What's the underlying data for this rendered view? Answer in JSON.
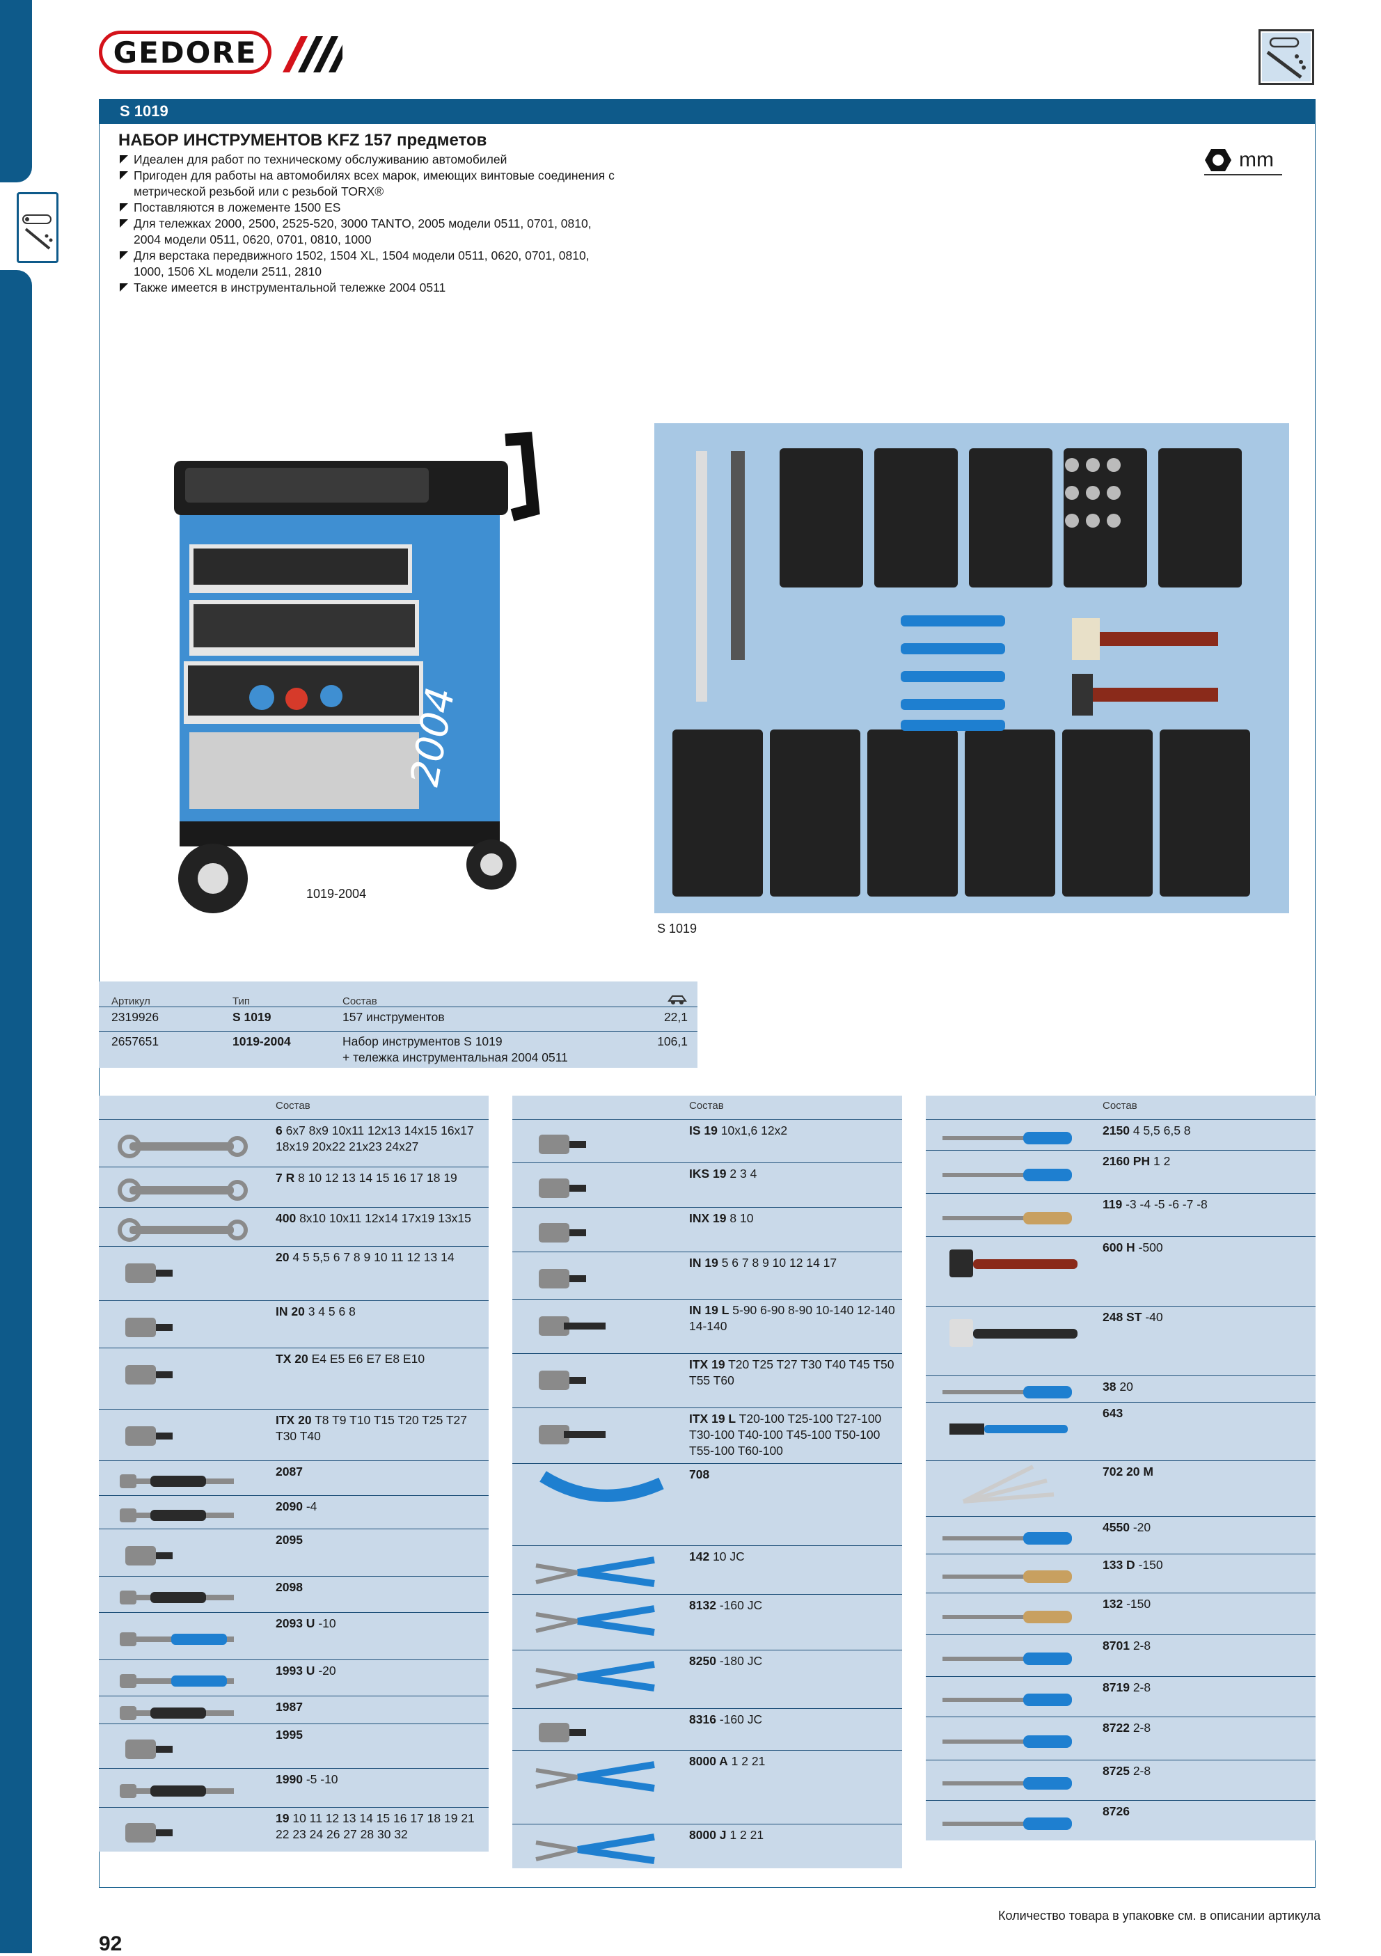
{
  "brand": {
    "logo_text": "GEDORE",
    "accent": "#d4121a",
    "blue": "#0e5a8a",
    "table_bg": "#c9d9e9"
  },
  "header": {
    "code": "S 1019"
  },
  "product": {
    "title": "НАБОР ИНСТРУМЕНТОВ KFZ 157 предметов",
    "bullets": [
      "Идеален для работ по техническому обслуживанию автомобилей",
      "Пригоден для работы на автомобилях всех марок, имеющих винтовые соединения с метрической резьбой или с резьбой TORX®",
      "Поставляются в ложементе 1500 ES",
      "Для тележках 2000, 2500, 2525-520, 3000 TANTO, 2005 модели 0511, 0701, 0810, 2004 модели 0511, 0620, 0701, 0810, 1000",
      "Для верстака передвижного 1502, 1504 XL, 1504 модели 0511, 0620, 0701, 0810, 1000, 1506 XL модели 2511, 2810",
      "Также имеется в инструментальной тележке 2004 0511"
    ],
    "unit": "mm"
  },
  "images": {
    "cart_caption": "1019-2004",
    "set_caption": "S 1019"
  },
  "articles": {
    "headers": [
      "Артикул",
      "Тип",
      "Состав"
    ],
    "rows": [
      {
        "art": "2319926",
        "type": "S 1019",
        "desc": "157 инструментов",
        "desc2": "",
        "weight": "22,1"
      },
      {
        "art": "2657651",
        "type": "1019-2004",
        "desc": "Набор инструментов S 1019",
        "desc2": "+ тележка инструментальная 2004 0511",
        "weight": "106,1"
      }
    ]
  },
  "columns_header": "Состав",
  "col1": [
    {
      "code": "6",
      "spec": "6x7 8x9 10x11 12x13 14x15 16x17 18x19 20x22 21x23 24x27",
      "icon": "open-end-wrench-icon"
    },
    {
      "code": "7 R",
      "spec": "8 10 12 13 14 15 16 17 18 19",
      "icon": "ring-wrench-icon"
    },
    {
      "code": "400",
      "spec": "8x10 10x11 12x14 17x19 13x15",
      "icon": "combination-wrench-icon"
    },
    {
      "code": "20",
      "spec": "4 5 5,5 6 7 8 9 10 11 12 13 14",
      "icon": "socket-icon"
    },
    {
      "code": "IN 20",
      "spec": "3 4 5 6 8",
      "icon": "hex-bit-socket-icon"
    },
    {
      "code": "TX 20",
      "spec": "E4 E5 E6 E7 E8 E10",
      "icon": "torx-socket-icon"
    },
    {
      "code": "ITX 20",
      "spec": "T8 T9 T10 T15 T20 T25 T27 T30 T40",
      "icon": "torx-bit-socket-icon"
    },
    {
      "code": "2087",
      "spec": "",
      "icon": "t-handle-icon"
    },
    {
      "code": "2090",
      "spec": "-4",
      "icon": "extension-bar-icon"
    },
    {
      "code": "2095",
      "spec": "",
      "icon": "universal-joint-icon"
    },
    {
      "code": "2098",
      "spec": "",
      "icon": "spinner-handle-icon"
    },
    {
      "code": "2093 U",
      "spec": "-10",
      "icon": "ratchet-icon"
    },
    {
      "code": "1993 U",
      "spec": "-20",
      "icon": "ratchet-large-icon"
    },
    {
      "code": "1987",
      "spec": "",
      "icon": "sliding-t-bar-icon"
    },
    {
      "code": "1995",
      "spec": "",
      "icon": "universal-joint-small-icon"
    },
    {
      "code": "1990",
      "spec": "-5 -10",
      "icon": "extension-icon"
    },
    {
      "code": "19",
      "spec": "10 11 12 13 14 15 16 17 18 19 21 22 23 24 26 27 28 30 32",
      "icon": "large-socket-icon"
    }
  ],
  "col2": [
    {
      "code": "IS 19",
      "spec": "10x1,6 12x2",
      "icon": "slotted-bit-socket-icon"
    },
    {
      "code": "IKS 19",
      "spec": "2 3 4",
      "icon": "phillips-bit-socket-icon"
    },
    {
      "code": "INX 19",
      "spec": "8 10",
      "icon": "xzn-bit-socket-icon"
    },
    {
      "code": "IN 19",
      "spec": "5 6 7 8 9 10 12 14 17",
      "icon": "hex-bit-socket-icon"
    },
    {
      "code": "IN 19 L",
      "spec": "5-90 6-90 8-90 10-140 12-140 14-140",
      "icon": "long-hex-bit-icon"
    },
    {
      "code": "ITX 19",
      "spec": "T20 T25 T27 T30 T40 T45 T50 T55 T60",
      "icon": "torx-bit-socket-icon"
    },
    {
      "code": "ITX 19 L",
      "spec": "T20-100 T25-100 T27-100 T30-100 T40-100 T45-100 T50-100 T55-100 T60-100",
      "icon": "long-torx-bit-icon"
    },
    {
      "code": "708",
      "spec": "",
      "icon": "hex-key-set-icon"
    },
    {
      "code": "142",
      "spec": "10 JC",
      "icon": "water-pump-pliers-icon"
    },
    {
      "code": "8132",
      "spec": "-160 JC",
      "icon": "needle-nose-pliers-icon"
    },
    {
      "code": "8250",
      "spec": "-180 JC",
      "icon": "combination-pliers-icon"
    },
    {
      "code": "8316",
      "spec": "-160 JC",
      "icon": "side-cutters-icon"
    },
    {
      "code": "8000 A",
      "spec": "1 2 21",
      "icon": "circlip-pliers-icon"
    },
    {
      "code": "8000 J",
      "spec": "1 2 21",
      "icon": "circlip-pliers-internal-icon"
    }
  ],
  "col3": [
    {
      "code": "2150",
      "spec": "4 5,5 6,5 8",
      "icon": "slotted-screwdriver-icon"
    },
    {
      "code": "2160 PH",
      "spec": "1 2",
      "icon": "phillips-screwdriver-icon"
    },
    {
      "code": "119",
      "spec": "-3 -4 -5 -6 -7 -8",
      "icon": "pin-punch-icon"
    },
    {
      "code": "600 H",
      "spec": "-500",
      "icon": "hammer-icon"
    },
    {
      "code": "248 ST",
      "spec": "-40",
      "icon": "soft-face-hammer-icon"
    },
    {
      "code": "38",
      "spec": "20",
      "icon": "scraper-icon"
    },
    {
      "code": "643",
      "spec": "",
      "icon": "wire-brush-icon"
    },
    {
      "code": "702 20 M",
      "spec": "",
      "icon": "feeler-gauge-icon"
    },
    {
      "code": "4550",
      "spec": "-20",
      "icon": "scriber-icon"
    },
    {
      "code": "133 D",
      "spec": "-150",
      "icon": "center-punch-icon"
    },
    {
      "code": "132",
      "spec": "-150",
      "icon": "chisel-icon"
    },
    {
      "code": "8701",
      "spec": "2-8",
      "icon": "flat-file-icon"
    },
    {
      "code": "8719",
      "spec": "2-8",
      "icon": "half-round-file-icon"
    },
    {
      "code": "8722",
      "spec": "2-8",
      "icon": "round-file-icon"
    },
    {
      "code": "8725",
      "spec": "2-8",
      "icon": "square-file-icon"
    },
    {
      "code": "8726",
      "spec": "",
      "icon": "triangular-file-icon"
    }
  ],
  "footer": {
    "page": "92",
    "note": "Количество товара в упаковке см. в описании артикула"
  }
}
